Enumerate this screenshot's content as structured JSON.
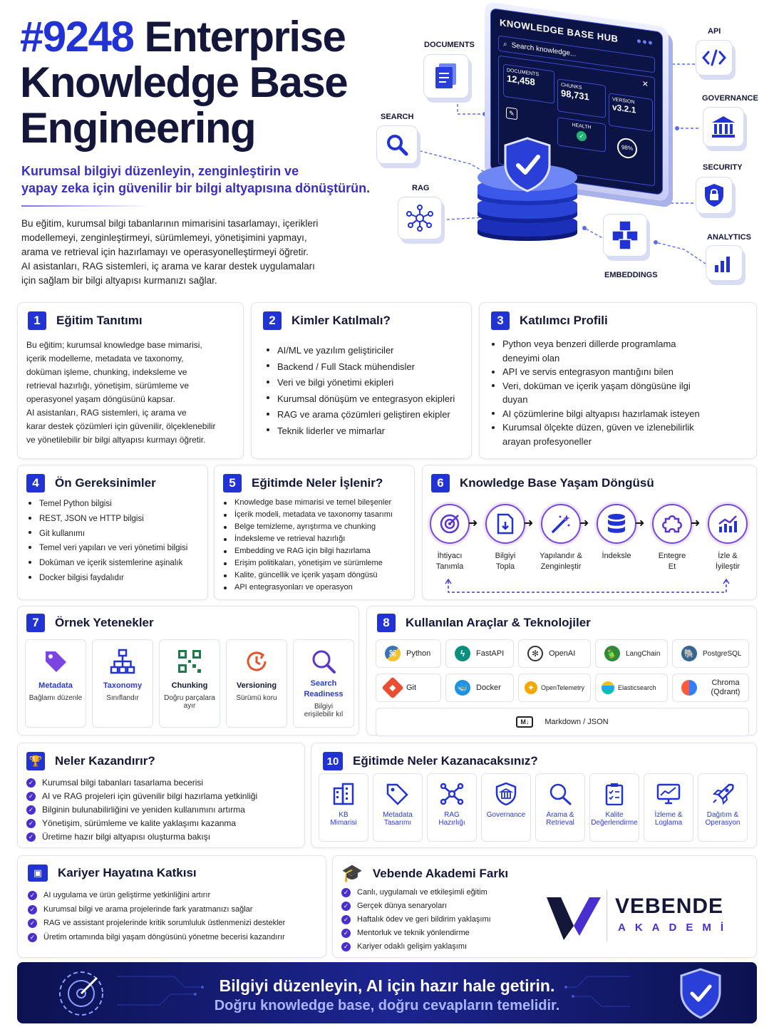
{
  "header": {
    "title_num": "#9248",
    "title_rest": "Enterprise",
    "title_line2": "Knowledge Base",
    "title_line3": "Engineering",
    "subtitle_line1": "Kurumsal bilgiyi düzenleyin, zenginleştirin ve",
    "subtitle_line2": "yapay zeka için güvenilir bir bilgi altyapısına dönüştürün.",
    "intro": [
      "Bu eğitim, kurumsal bilgi tabanlarının mimarisini tasarlamayı, içerikleri",
      "modellemeyi, zenginleştirmeyi, sürümlemeyi, yönetişimini yapmayı,",
      "arama ve retrieval için hazırlamayı ve operasyonelleştirmeyi öğretir.",
      "AI asistanları, RAG sistemleri, iç arama ve karar destek uygulamaları",
      "için sağlam bir bilgi altyapısı kurmanızı sağlar."
    ]
  },
  "hero": {
    "hub_title": "KNOWLEDGE BASE HUB",
    "search_placeholder": "Search knowledge...",
    "stat_documents_label": "DOCUMENTS",
    "stat_documents_value": "12,458",
    "stat_chunks_label": "CHUNKS",
    "stat_chunks_value": "98,731",
    "stat_version_label": "VERSION",
    "stat_version_value": "v3.2.1",
    "stat_health_label": "HEALTH",
    "stat_ring_value": "98%",
    "labels": {
      "documents": "DOCUMENTS",
      "search": "SEARCH",
      "rag": "RAG",
      "api": "API",
      "governance": "GOVERNANCE",
      "security": "SECURITY",
      "analytics": "ANALYTICS",
      "embeddings": "EMBEDDINGS"
    }
  },
  "s1": {
    "num": "1",
    "title": "Eğitim Tanıtımı",
    "text": [
      "Bu eğitim; kurumsal knowledge base mimarisi,",
      "içerik modelleme, metadata ve taxonomy,",
      "doküman işleme, chunking, indeksleme ve",
      "retrieval hazırlığı, yönetişim, sürümleme ve",
      "operasyonel yaşam döngüsünü kapsar.",
      "AI asistanları, RAG sistemleri, iç arama ve",
      "karar destek çözümleri için güvenilir, ölçeklenebilir",
      "ve yönetilebilir bir bilgi altyapısı kurmayı öğretir."
    ]
  },
  "s2": {
    "num": "2",
    "title": "Kimler Katılmalı?",
    "items": [
      "AI/ML ve yazılım geliştiriciler",
      "Backend / Full Stack mühendisler",
      "Veri ve bilgi yönetimi ekipleri",
      "Kurumsal dönüşüm ve entegrasyon ekipleri",
      "RAG ve arama çözümleri geliştiren ekipler",
      "Teknik liderler ve mimarlar"
    ]
  },
  "s3": {
    "num": "3",
    "title": "Katılımcı Profili",
    "items": [
      "Python veya benzeri dillerde programlama deneyimi olan",
      "API ve servis entegrasyon mantığını bilen",
      "Veri, doküman ve içerik yaşam döngüsüne ilgi duyan",
      "AI çözümlerine bilgi altyapısı hazırlamak isteyen",
      "Kurumsal ölçekte düzen, güven ve izlenebilirlik arayan profesyoneller"
    ]
  },
  "s4": {
    "num": "4",
    "title": "Ön Gereksinimler",
    "items": [
      "Temel Python bilgisi",
      "REST, JSON ve HTTP bilgisi",
      "Git kullanımı",
      "Temel veri yapıları ve veri yönetimi bilgisi",
      "Doküman ve içerik sistemlerine aşinalık",
      "Docker bilgisi faydalıdır"
    ]
  },
  "s5": {
    "num": "5",
    "title": "Eğitimde Neler İşlenir?",
    "items": [
      "Knowledge base mimarisi ve temel bileşenler",
      "İçerik modeli, metadata ve taxonomy tasarımı",
      "Belge temizleme, ayrıştırma ve chunking",
      "İndeksleme ve retrieval hazırlığı",
      "Embedding ve RAG için bilgi hazırlama",
      "Erişim politikaları, yönetişim ve sürümleme",
      "Kalite, güncellik ve içerik yaşam döngüsü",
      "API entegrasyonları ve operasyon"
    ]
  },
  "s6": {
    "num": "6",
    "title": "Knowledge Base Yaşam Döngüsü",
    "steps": [
      {
        "l1": "İhtiyacı",
        "l2": "Tanımla"
      },
      {
        "l1": "Bilgiyi",
        "l2": "Topla"
      },
      {
        "l1": "Yapılandır &",
        "l2": "Zenginleştir"
      },
      {
        "l1": "İndeksle",
        "l2": ""
      },
      {
        "l1": "Entegre",
        "l2": "Et"
      },
      {
        "l1": "İzle &",
        "l2": "İyileştir"
      }
    ]
  },
  "s7": {
    "num": "7",
    "title": "Örnek Yetenekler",
    "tiles": [
      {
        "t": "Metadata",
        "s": "Bağlamı düzenle",
        "icon": "tag-icon"
      },
      {
        "t": "Taxonomy",
        "s": "Sınıflandır",
        "icon": "hierarchy-icon"
      },
      {
        "t": "Chunking",
        "s": "Doğru parçalara ayır",
        "icon": "grid-icon"
      },
      {
        "t": "Versioning",
        "s": "Sürümü koru",
        "icon": "clock-icon"
      },
      {
        "t": "Search Readiness",
        "s": "Bilgiyi erişilebilir kıl",
        "icon": "search-icon"
      }
    ]
  },
  "s8": {
    "num": "8",
    "title": "Kullanılan Araçlar & Teknolojiler",
    "tools": [
      "Python",
      "FastAPI",
      "OpenAI",
      "LangChain",
      "PostgreSQL",
      "Git",
      "Docker",
      "OpenTelemetry",
      "Elasticsearch",
      "Chroma (Qdrant)"
    ],
    "wide": "Markdown / JSON"
  },
  "s9": {
    "title": "Neler Kazandırır?",
    "items": [
      "Kurumsal bilgi tabanları tasarlama becerisi",
      "AI ve RAG projeleri için güvenilir bilgi hazırlama yetkinliği",
      "Bilginin bulunabilirliğini ve yeniden kullanımını artırma",
      "Yönetişim, sürümleme ve kalite yaklaşımı kazanma",
      "Üretime hazır bilgi altyapısı oluşturma bakışı"
    ]
  },
  "s10": {
    "num": "10",
    "title": "Eğitimde Neler Kazanacaksınız?",
    "tiles": [
      {
        "l1": "KB",
        "l2": "Mimarisi"
      },
      {
        "l1": "Metadata",
        "l2": "Tasarımı"
      },
      {
        "l1": "RAG",
        "l2": "Hazırlığı"
      },
      {
        "l1": "Governance",
        "l2": ""
      },
      {
        "l1": "Arama &",
        "l2": "Retrieval"
      },
      {
        "l1": "Kalite",
        "l2": "Değerlendirme"
      },
      {
        "l1": "İzleme &",
        "l2": "Loglama"
      },
      {
        "l1": "Dağıtım &",
        "l2": "Operasyon"
      }
    ]
  },
  "s11": {
    "title": "Kariyer Hayatına Katkısı",
    "items": [
      "AI uygulama ve ürün geliştirme yetkinliğini artırır",
      "Kurumsal bilgi ve arama projelerinde fark yaratmanızı sağlar",
      "RAG ve assistant projelerinde kritik sorumluluk üstlenmenizi destekler",
      "Üretim ortamında bilgi yaşam döngüsünü yönetme becerisi kazandırır"
    ]
  },
  "s12": {
    "title": "Vebende Akademi Farkı",
    "items": [
      "Canlı, uygulamalı ve etkileşimli eğitim",
      "Gerçek dünya senaryoları",
      "Haftalık ödev ve geri bildirim yaklaşımı",
      "Mentorluk ve teknik yönlendirme",
      "Kariyer odaklı gelişim yaklaşımı"
    ],
    "brand1": "VEBENDE",
    "brand2": "AKADEMİ"
  },
  "footer": {
    "line1": "Bilgiyi düzenleyin, AI için hazır hale getirin.",
    "line2": "Doğru knowledge base, doğru cevapların temelidir."
  },
  "colors": {
    "primary": "#2233d6",
    "accent": "#6d3fe0",
    "dark": "#14163a",
    "footer": "#1a1f7a"
  }
}
